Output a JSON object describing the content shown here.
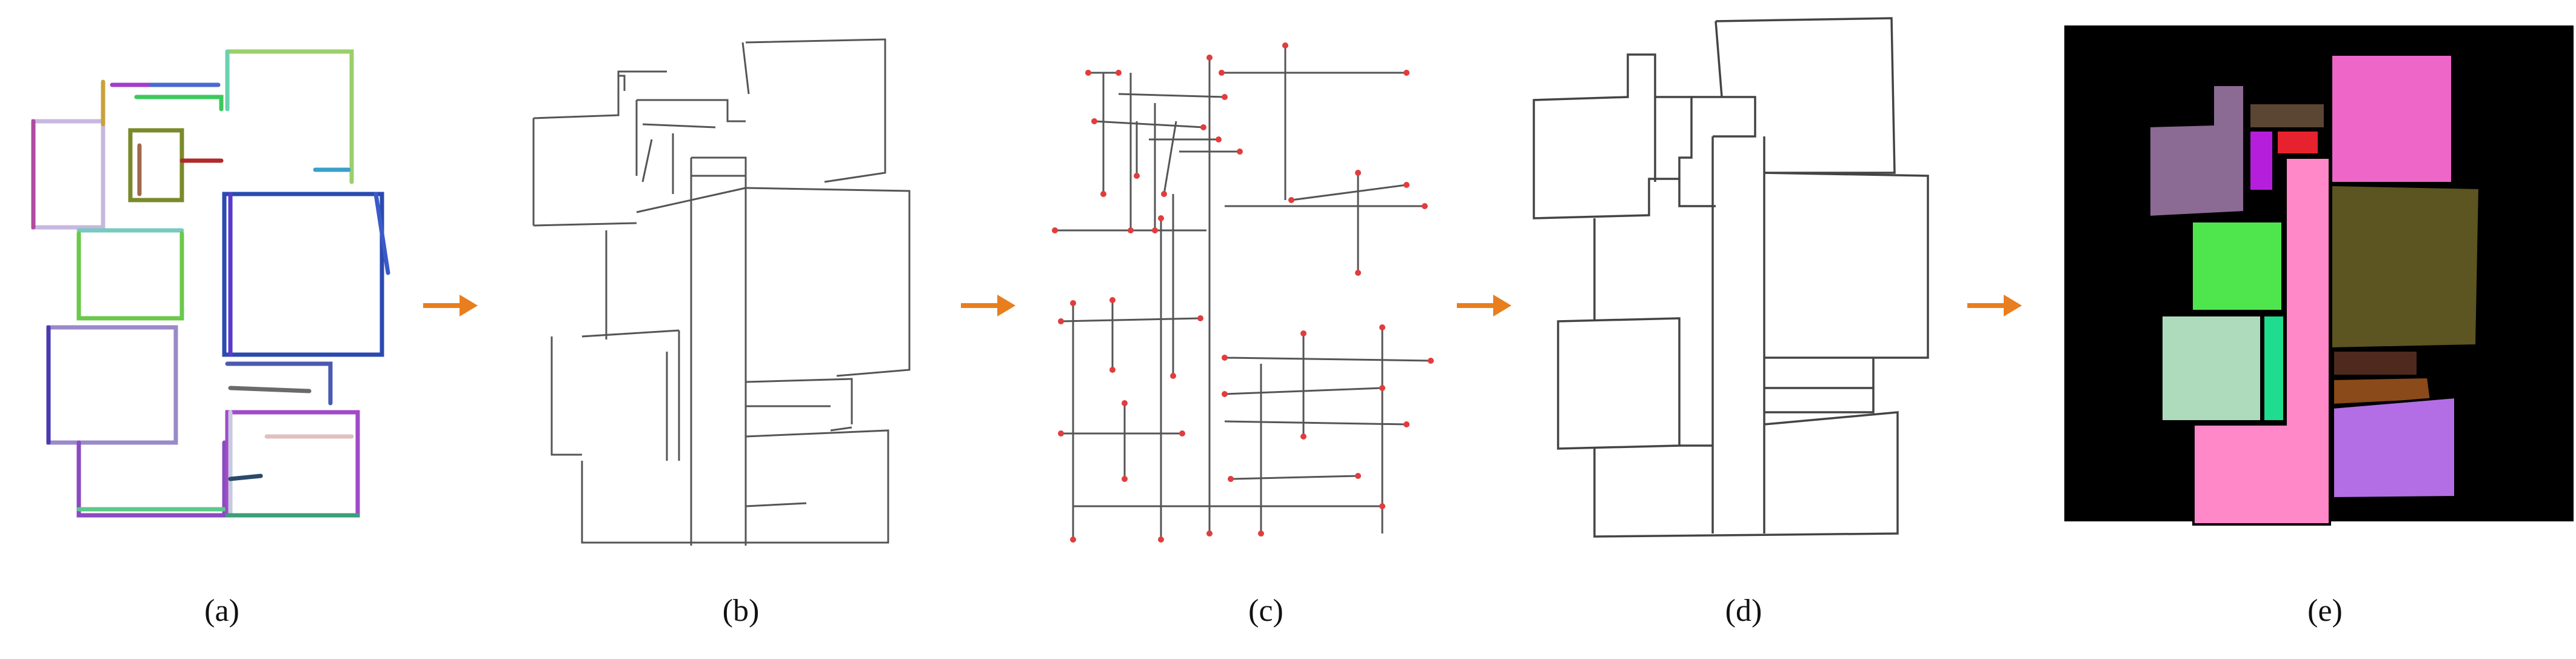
{
  "captions": {
    "a": "(a)",
    "b": "(b)",
    "c": "(c)",
    "d": "(d)",
    "e": "(e)"
  },
  "colors": {
    "arrow": "#e87e1e",
    "line": "#444444",
    "endpoint": "#e23c3c",
    "background_e": "#000000",
    "rooms": [
      "#8b6a93",
      "#5a4633",
      "#e6222e",
      "#b51fdc",
      "#ee67c8",
      "#4fe64d",
      "#5c5421",
      "#afdbbd",
      "#1fdc8f",
      "#ff88c8",
      "#4d2a1d",
      "#8b4a1a",
      "#b36ee6"
    ]
  },
  "icons": {
    "arrow": "right-arrow-icon"
  }
}
